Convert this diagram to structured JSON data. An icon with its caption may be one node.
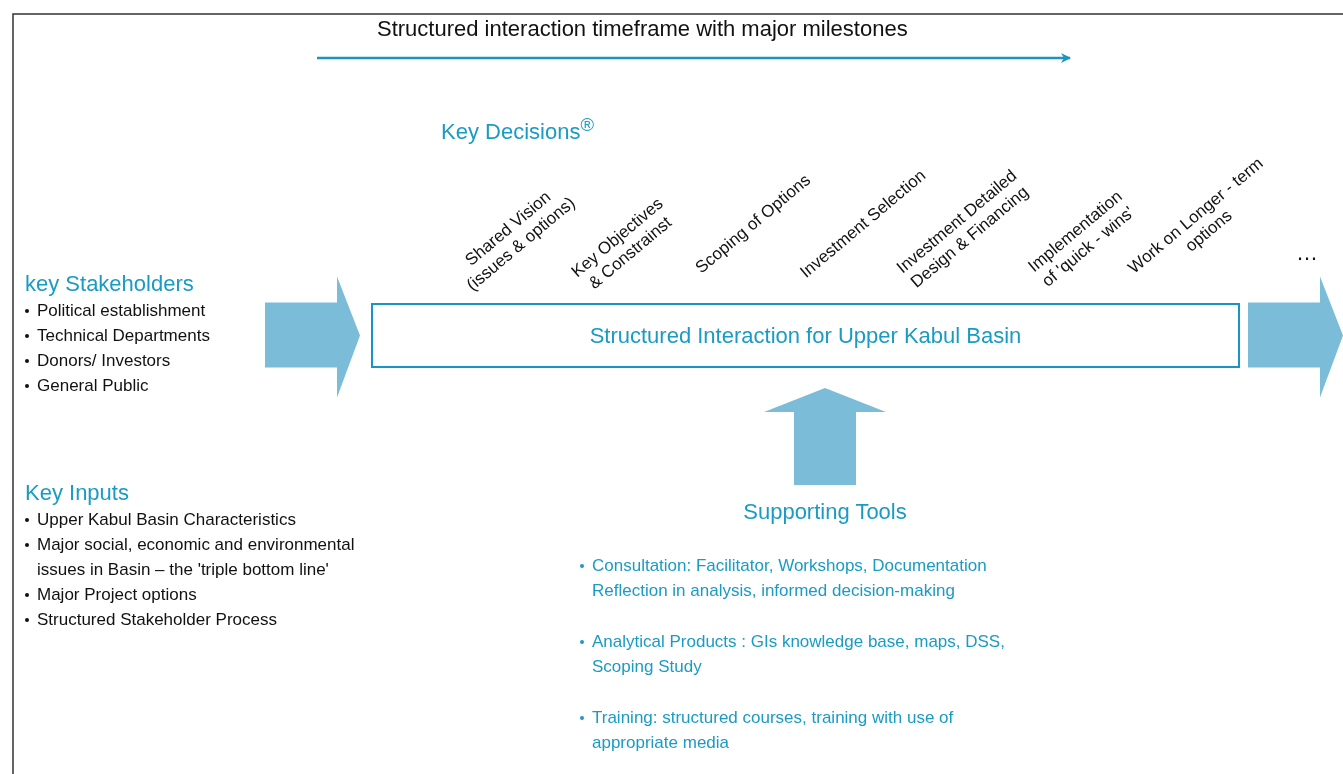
{
  "diagram": {
    "nodes": [
      {
        "text": [
          "key Stakeholders",
          "Political establishment",
          "Technical Departments",
          "Donors/ Investors",
          "General Public"
        ]
      },
      {
        "text": [
          "Structured Interaction for Upper Kabul Basin"
        ]
      },
      {
        "text": [
          "Supporting Tools",
          "Consultation: Facilitator, Workshops, Documentation Reflection in analysis, informed decision-making",
          "Analytical Products : GIs knowledge base, maps, DSS, Scoping Study",
          "Training: structured courses, training with use of appropriate media"
        ]
      }
    ],
    "edges": [
      {
        "from": 0,
        "to": 1,
        "arrow": "to",
        "style": "thick"
      },
      {
        "from": 2,
        "to": 1,
        "arrow": "to",
        "style": "thick"
      },
      {
        "from": 1,
        "to": null,
        "arrow": "to",
        "style": "thick"
      }
    ],
    "labels": [
      "Structured interaction timeframe with major milestones",
      "Key Decisions$^{®}$",
      "Shared Vision (issues & options)",
      "Key Objectives & Constrainst",
      "Scoping of Options",
      "Investment Selection",
      "Investment Detailed Design & Financing",
      "Implementation of 'quick - wins'",
      "Work on Longer - term options",
      "…",
      "Key Inputs",
      "Upper Kabul Basin Characteristics",
      "Major social, economic and environmental issues in Basin – the 'triple bottom line'",
      "Major Project options",
      "Structured Stakeholder Process"
    ]
  }
}
